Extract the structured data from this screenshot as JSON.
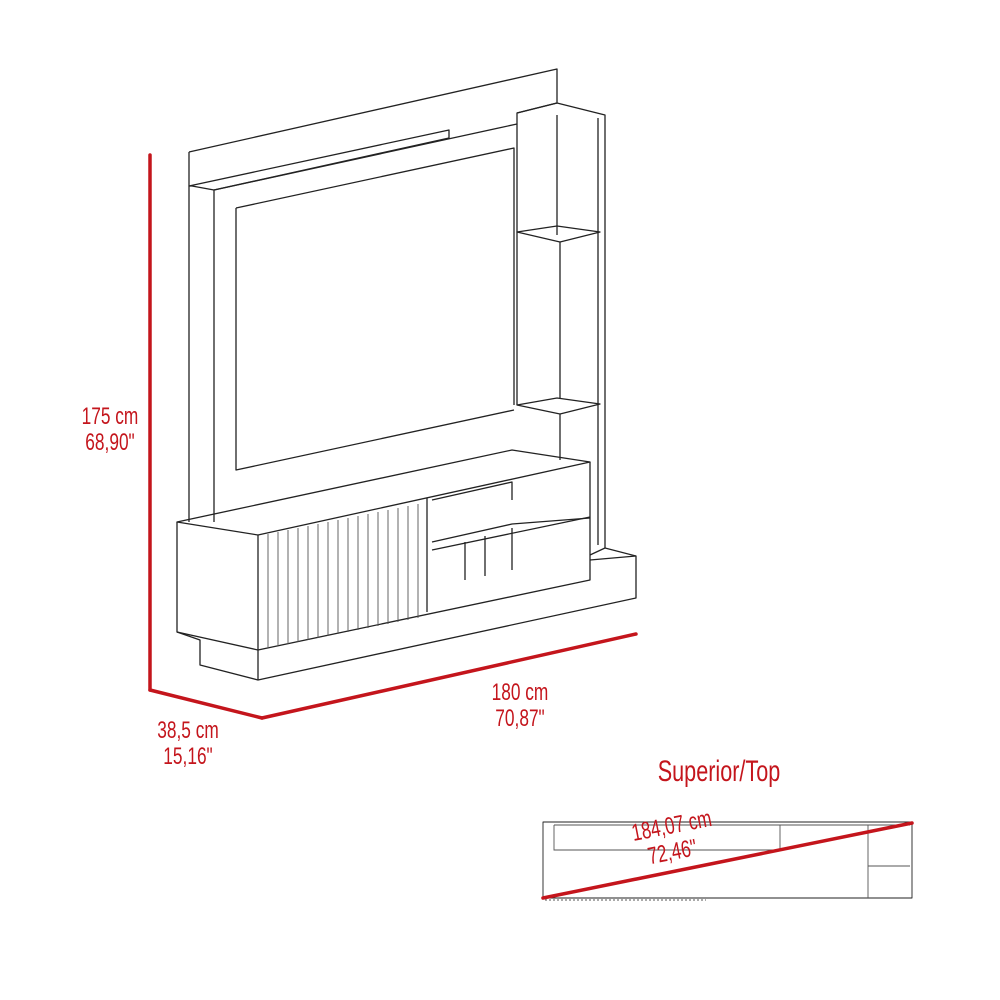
{
  "dimensions": {
    "height": {
      "cm": "175 cm",
      "in": "68,90\""
    },
    "depth": {
      "cm": "38,5 cm",
      "in": "15,16\""
    },
    "width": {
      "cm": "180 cm",
      "in": "70,87\""
    }
  },
  "top_view": {
    "title": "Superior/Top",
    "diagonal": {
      "cm": "184,07 cm",
      "in": "72,46\""
    }
  },
  "colors": {
    "dimension": "#c4151c",
    "outline": "#222222"
  }
}
